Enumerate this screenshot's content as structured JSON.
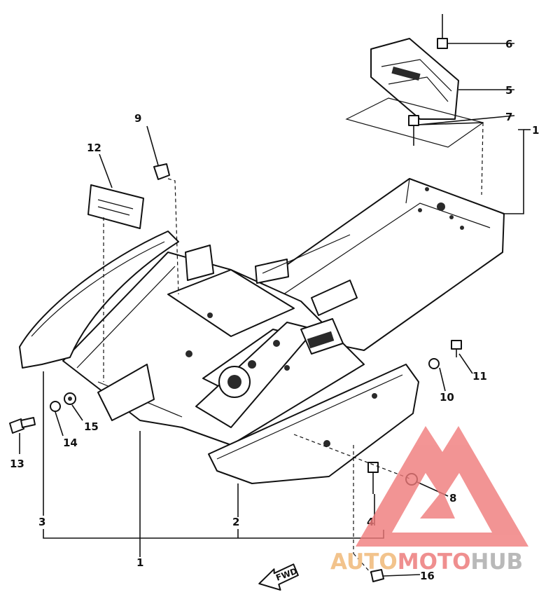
{
  "diagram": {
    "callouts": {
      "c1_main": "1",
      "c1_right": "1",
      "c2": "2",
      "c3": "3",
      "c4": "4",
      "c5": "5",
      "c6": "6",
      "c7": "7",
      "c8": "8",
      "c9": "9",
      "c10": "10",
      "c11": "11",
      "c12": "12",
      "c13": "13",
      "c14": "14",
      "c15": "15",
      "c16": "16"
    },
    "fwd_label": "FWD"
  },
  "watermark": {
    "auto": "AUTO",
    "moto": "MOTO",
    "hub": "HUB",
    "colors": {
      "auto": "#f2c38c",
      "moto": "#ef8f8f",
      "hub": "#b9b9b9",
      "triangle": "#f07a7a"
    }
  }
}
